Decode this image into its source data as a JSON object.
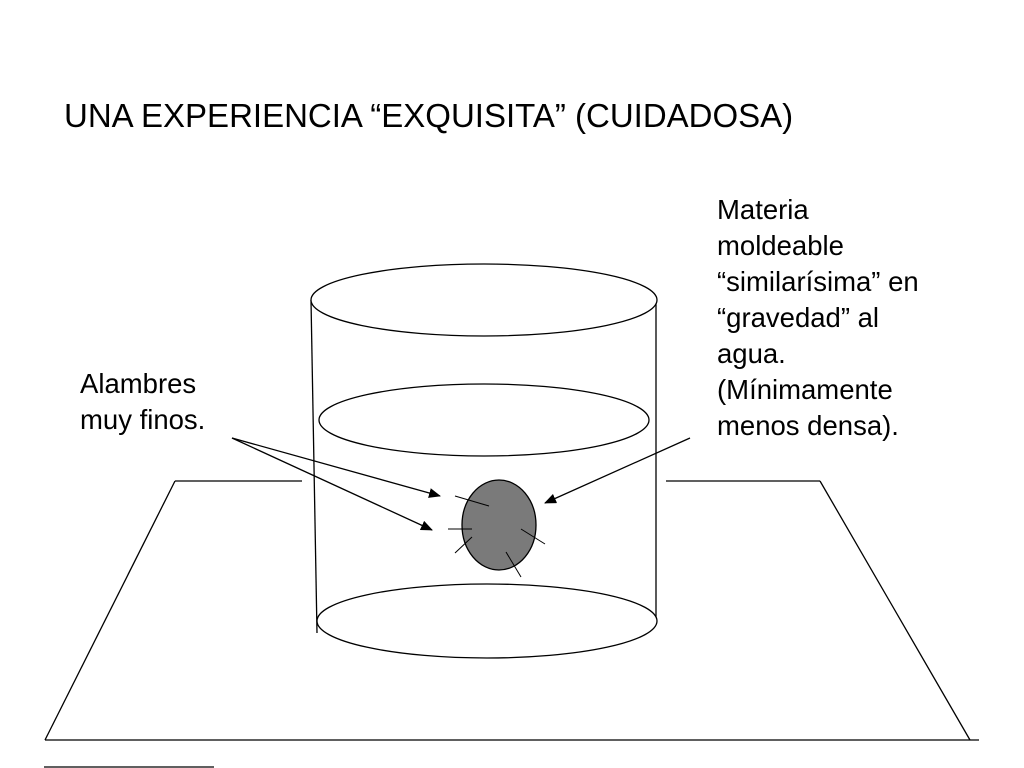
{
  "slide": {
    "title": "UNA EXPERIENCIA “EXQUISITA” (CUIDADOSA)"
  },
  "annotations": {
    "left": {
      "lines": [
        "Alambres",
        "muy finos."
      ]
    },
    "right": {
      "lines": [
        "Materia",
        "moldeable",
        "“similarísima” en",
        "“gravedad” al",
        "agua.",
        "(Mínimamente",
        "menos densa)."
      ]
    }
  },
  "colors": {
    "stroke": "#000000",
    "blob_fill": "#7a7a7a",
    "background": "#ffffff"
  }
}
